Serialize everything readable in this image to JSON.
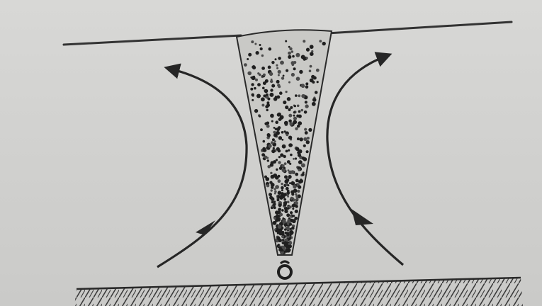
{
  "diagram": {
    "description_visible_text": "",
    "colors": {
      "paper": "#d3d3d1",
      "ink": "#2a2a2a",
      "ink_dark": "#1c1c1c"
    },
    "components": [
      "upper-boundary-line",
      "descending-plume",
      "droplet-hook",
      "left-circulation-arrow",
      "right-circulation-arrow",
      "ground-surface-hatching"
    ]
  }
}
